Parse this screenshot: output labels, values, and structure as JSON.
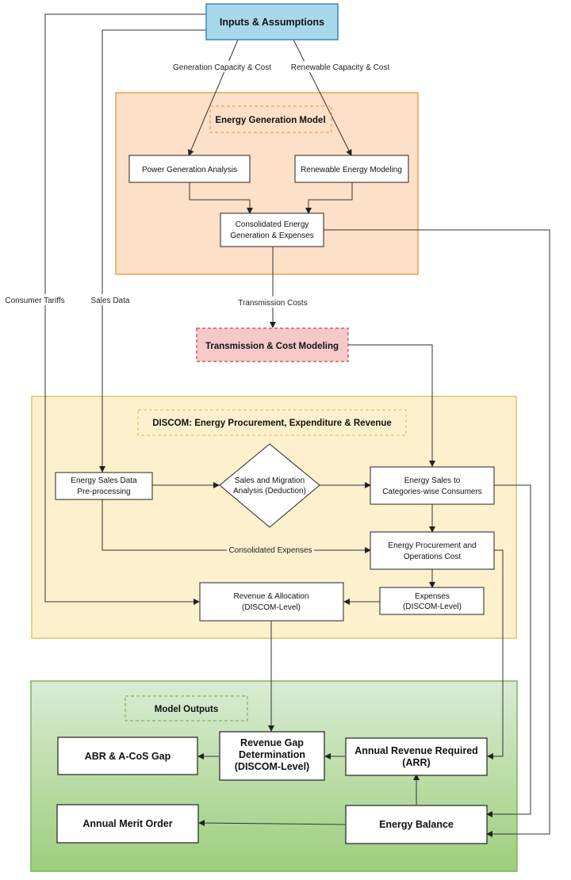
{
  "inputs": {
    "title": "Inputs & Assumptions"
  },
  "edge_labels": {
    "gen_capacity": "Generation Capacity & Cost",
    "ren_capacity": "Renewable Capacity & Cost",
    "transmission_costs": "Transmission Costs",
    "consumer_tariffs": "Consumer Tariffs",
    "sales_data": "Sales Data",
    "consolidated_expenses": "Consolidated Expenses"
  },
  "energy_generation": {
    "title": "Energy Generation Model",
    "power_generation": "Power Generation Analysis",
    "renewable_modeling": "Renewable Energy Modeling",
    "consolidated_line1": "Consolidated Energy",
    "consolidated_line2": "Generation & Expenses"
  },
  "transmission": {
    "title": "Transmission & Cost Modeling"
  },
  "discom": {
    "title": "DISCOM: Energy Procurement, Expenditure & Revenue",
    "sales_pre_line1": "Energy Sales Data",
    "sales_pre_line2": "Pre-processing",
    "migration_line1": "Sales and Migration",
    "migration_line2": "Analysis (Deduction)",
    "sales_consumers_line1": "Energy Sales to",
    "sales_consumers_line2": "Categories-wise Consumers",
    "procurement_line1": "Energy Procurement and",
    "procurement_line2": "Operations Cost",
    "expenses_line1": "Expenses",
    "expenses_line2": "(DISCOM-Level)",
    "revenue_line1": "Revenue & Allocation",
    "revenue_line2": "(DISCOM-Level)"
  },
  "outputs": {
    "title": "Model Outputs",
    "abr_gap": "ABR & A-CoS Gap",
    "revenue_gap_line1": "Revenue Gap",
    "revenue_gap_line2": "Determination",
    "revenue_gap_line3": "(DISCOM-Level)",
    "arr_line1": "Annual Revenue Required",
    "arr_line2": "(ARR)",
    "merit_order": "Annual Merit Order",
    "energy_balance": "Energy Balance"
  },
  "colors": {
    "inputs_fill": "#a9d8ec",
    "inputs_stroke": "#3b88b4",
    "generation_fill": "#fde0c8",
    "generation_stroke": "#e3a647",
    "transmission_fill": "#f6c9c9",
    "transmission_stroke": "#c04a4a",
    "discom_fill": "#fdf1cd",
    "discom_stroke": "#e6c36a",
    "outputs_top": "#d6ead0",
    "outputs_bottom": "#9fd07f",
    "outputs_stroke": "#7ab55c"
  }
}
